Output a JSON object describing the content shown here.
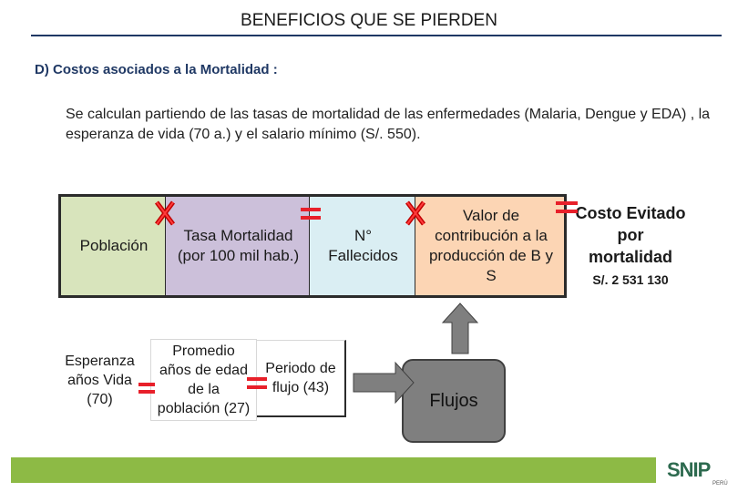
{
  "slide": {
    "title": "BENEFICIOS QUE SE PIERDEN",
    "subtitle": "D) Costos asociados a la Mortalidad :",
    "description": "Se calculan partiendo de las tasas de mortalidad de las enfermedades (Malaria, Dengue y EDA) , la esperanza de vida (70 a.) y el salario mínimo (S/. 550)."
  },
  "formula_top": {
    "poblacion": "Población",
    "tasa_mortalidad": "Tasa Mortalidad\n(por 100 mil hab.)",
    "fallecidos": "N°\nFallecidos",
    "valor_contribucion": "Valor de\ncontribución a la\nproducción de B y\nS",
    "costo_evitado": "Costo Evitado\npor\nmortalidad",
    "costo_evitado_valor": "S/. 2 531 130"
  },
  "formula_bottom": {
    "esperanza": "Esperanza\naños Vida\n(70)",
    "promedio": "Promedio\naños de edad\nde la\npoblación (27)",
    "periodo": "Periodo de\nflujo (43)"
  },
  "flujos": {
    "label": "Flujos"
  },
  "logo": {
    "text": "SNIP",
    "sub": "PERÚ"
  },
  "colors": {
    "operator_red": "#e8202a",
    "footer_green": "#8dba45",
    "arrow_gray": "#7f7f7f"
  }
}
